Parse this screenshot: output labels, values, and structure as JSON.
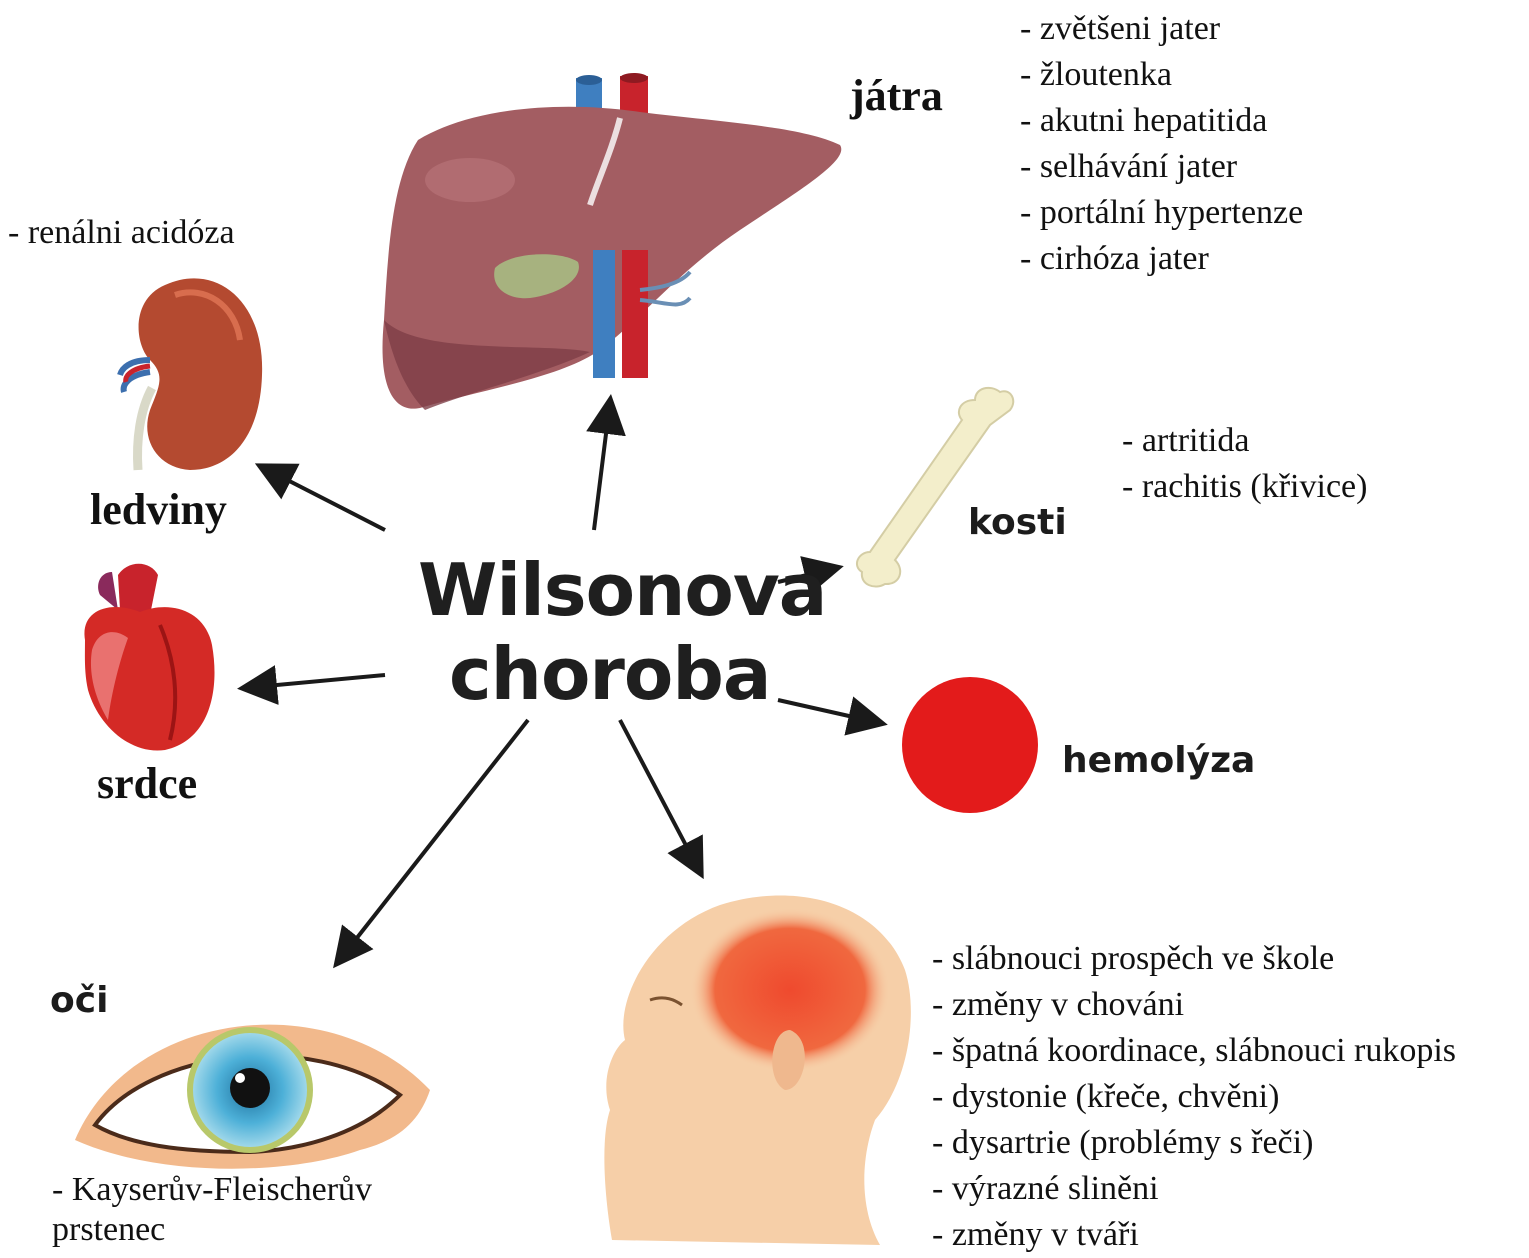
{
  "title": {
    "line1": "Wilsonova",
    "line2": "choroba"
  },
  "organs": {
    "liver": {
      "label": "játra",
      "symptoms": [
        "zvětšeni jater",
        "žloutenka",
        "akutni hepatitida",
        "selhávání jater",
        "portální hypertenze",
        "cirhóza jater"
      ]
    },
    "kidney": {
      "label": "ledviny",
      "symptoms": [
        "renálni acidóza"
      ]
    },
    "heart": {
      "label": "srdce"
    },
    "bone": {
      "label": "kosti",
      "symptoms": [
        "artritida",
        "rachitis (křivice)"
      ]
    },
    "blood": {
      "label": "hemolýza"
    },
    "eye": {
      "label": "oči",
      "symptom_line1": "- Kayserův-Fleischerův",
      "symptom_line2": "prstenec"
    },
    "brain": {
      "symptoms": [
        "slábnouci prospěch ve škole",
        "změny v chováni",
        "špatná koordinace, slábnouci rukopis",
        "dystonie (křeče, chvěni)",
        "dysartrie (problémy s řeči)",
        "výrazné sliněni",
        "změny v tváři"
      ]
    }
  },
  "colors": {
    "liver": "#a35d62",
    "liver_shadow": "#7e3f47",
    "gallbladder": "#a7b27f",
    "kidney": "#b44a30",
    "heart": "#d42a26",
    "bone": "#f3eecb",
    "blood": "#e31b1b",
    "iris": "#4aa6cf",
    "skin": "#f6cfa8",
    "brain_highlight": "#ef5a3a",
    "arrow": "#1a1a1a"
  }
}
